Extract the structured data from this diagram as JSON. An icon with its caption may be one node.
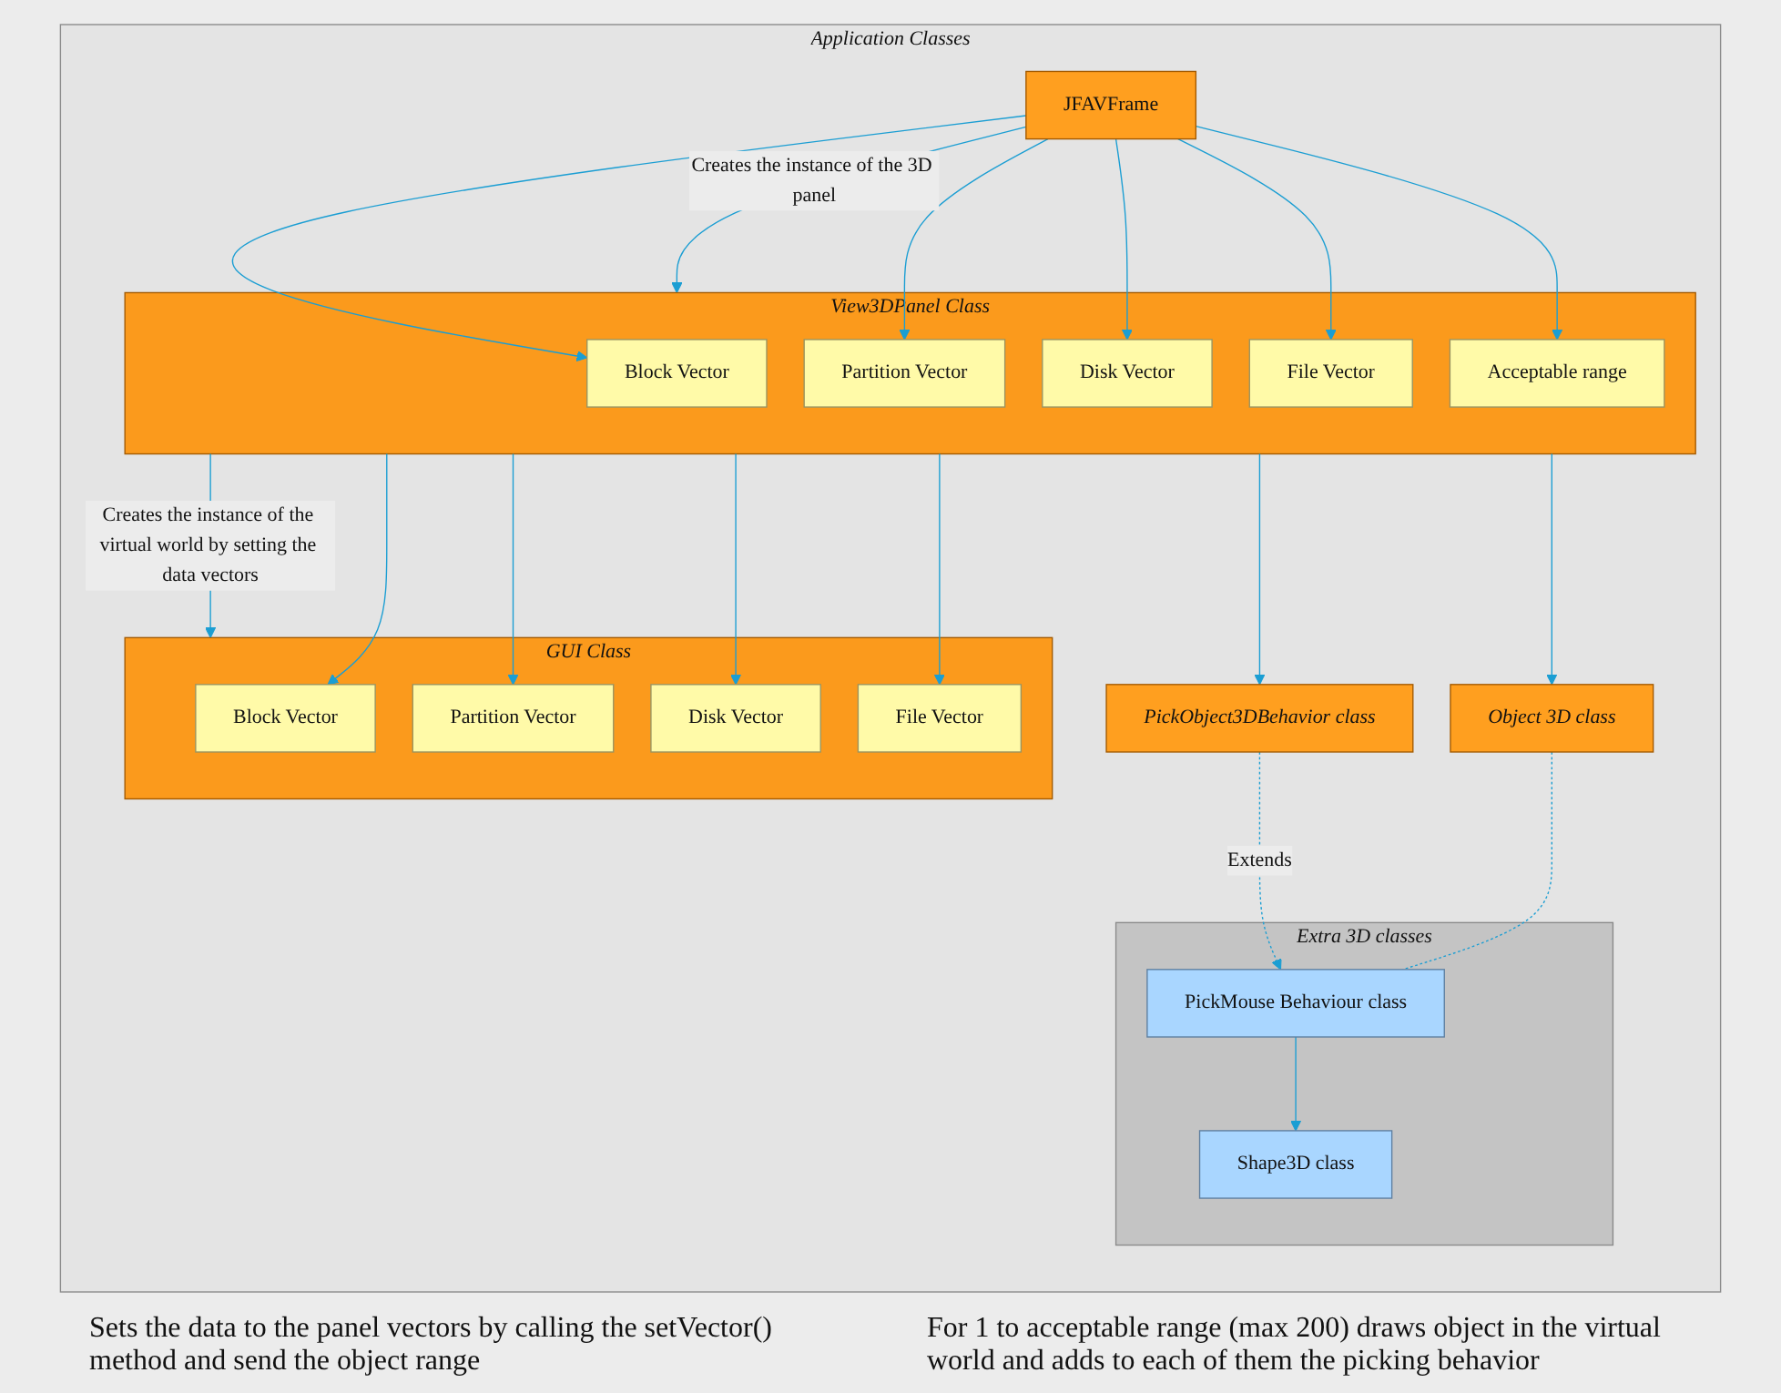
{
  "diagram": {
    "nodes": [
      {
        "text": [
          "Application Classes"
        ]
      },
      {
        "text": [
          "JFAVFrame"
        ],
        "in": 0
      },
      {
        "text": [
          "View3DPanel Class"
        ],
        "in": 0
      },
      {
        "text": [
          "Block Vector"
        ],
        "in": 2
      },
      {
        "text": [
          "Partition Vector"
        ],
        "in": 2
      },
      {
        "text": [
          "Disk Vector"
        ],
        "in": 2
      },
      {
        "text": [
          "File Vector"
        ],
        "in": 2
      },
      {
        "text": [
          "Acceptable range"
        ],
        "in": 2
      },
      {
        "text": [
          "Extra 3D classes"
        ],
        "in": 0
      },
      {
        "text": [
          "Shape3D class"
        ],
        "in": 8
      },
      {
        "text": [
          "PickMouse Behaviour class"
        ],
        "in": 8
      },
      {
        "text": [
          "PickObject3DBehavior class"
        ],
        "in": 0
      },
      {
        "text": [
          "Object 3D class"
        ],
        "in": 0
      },
      {
        "text": [
          "GUI Class"
        ],
        "in": 0
      },
      {
        "text": [
          "Block Vector"
        ],
        "in": 13
      },
      {
        "text": [
          "Partition Vector"
        ],
        "in": 13
      },
      {
        "text": [
          "Disk Vector"
        ],
        "in": 13
      },
      {
        "text": [
          "File Vector"
        ],
        "in": 13
      }
    ],
    "edges": [
      {
        "from": 1,
        "to": 2,
        "arrow": "to",
        "label": "Creates the instance of the 3D panel"
      },
      {
        "from": 1,
        "to": 3,
        "arrow": "to"
      },
      {
        "from": 1,
        "to": 4,
        "arrow": "to"
      },
      {
        "from": 1,
        "to": 5,
        "arrow": "to"
      },
      {
        "from": 1,
        "to": 6,
        "arrow": "to"
      },
      {
        "from": 1,
        "to": 7,
        "arrow": "to"
      },
      {
        "from": 10,
        "to": 9,
        "arrow": "to"
      },
      {
        "from": 11,
        "to": 10,
        "arrow": "to",
        "style": "dashed",
        "label": "Extends"
      },
      {
        "from": 12,
        "to": 10,
        "arrow": "none",
        "style": "dashed"
      },
      {
        "from": 2,
        "to": 13,
        "arrow": "to",
        "label": "Creates the instance of the virtual world by setting the data vectors"
      },
      {
        "from": 2,
        "to": 14,
        "arrow": "to"
      },
      {
        "from": 2,
        "to": 15,
        "arrow": "to"
      },
      {
        "from": 2,
        "to": 16,
        "arrow": "to"
      },
      {
        "from": 2,
        "to": 17,
        "arrow": "to"
      },
      {
        "from": 2,
        "to": 11,
        "arrow": "to"
      },
      {
        "from": 2,
        "to": 12,
        "arrow": "to"
      }
    ],
    "labels": [
      "Sets the data to the panel vectors by calling the setVector() method and send the object range",
      "For 1 to acceptable range (max 200) draws object in the virtual world and adds to each of them the picking behavior"
    ]
  }
}
